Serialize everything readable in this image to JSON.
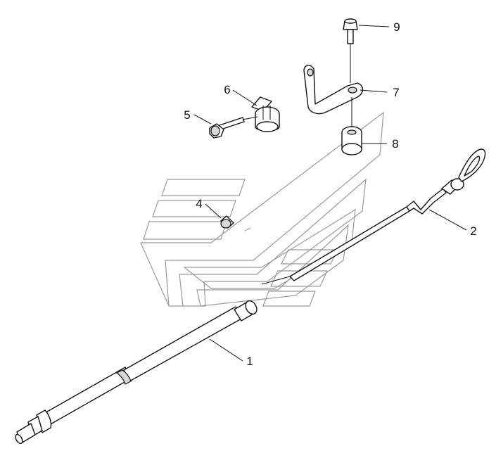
{
  "callouts": {
    "c1": "1",
    "c2": "2",
    "c4": "4",
    "c5": "5",
    "c6": "6",
    "c7": "7",
    "c8": "8",
    "c9": "9"
  },
  "colors": {
    "line": "#111111",
    "watermark": "#9a9a9a",
    "background": "#ffffff"
  }
}
